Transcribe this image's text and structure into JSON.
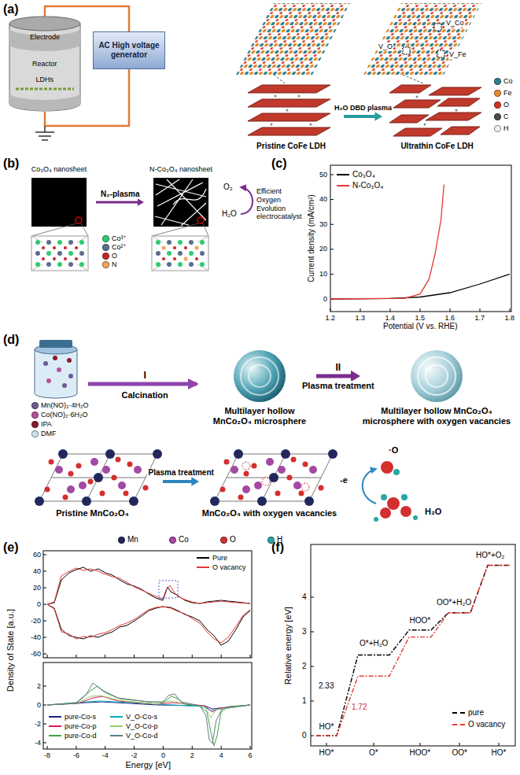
{
  "diagram": {
    "nodes": [
      {
        "text": [
          "AC High voltage generator"
        ]
      },
      {
        "text": [
          "Pristine CoFe LDH"
        ]
      },
      {
        "text": [
          "Ultrathin CoFe LDH"
        ]
      },
      {
        "text": [
          "Co₃O₄ nanosheet"
        ]
      },
      {
        "text": [
          "N-Co₃O₄ nanosheet"
        ]
      },
      {
        "text": [
          "Multilayer hollow MnCo₂O₄ microsphere"
        ]
      },
      {
        "text": [
          "Multilayer hollow MnCo₂O₄ microsphere with oxygen vacancies"
        ]
      },
      {
        "text": [
          "Pristine MnCo₂O₄"
        ]
      },
      {
        "text": [
          "MnCo₂O₄ with oxygen vacancies"
        ]
      }
    ],
    "edges": [
      {
        "from": 1,
        "to": 2,
        "label": "H₂O DBD plasma",
        "arrow": "to"
      },
      {
        "from": 3,
        "to": 4,
        "label": "N₂-plasma",
        "arrow": "to"
      },
      {
        "from": 5,
        "to": 6,
        "label": "Plasma treatment",
        "arrow": "to"
      },
      {
        "from": 7,
        "to": 8,
        "label": "Plasma treatment",
        "arrow": "to"
      }
    ],
    "labels": [
      "(a)",
      "Electrode",
      "Reactor",
      "LDHs",
      "V_Co",
      "V_O",
      "V_Fe",
      "(b)",
      "Efficient Oxygen Evolution electrocatalyst",
      "H₂O",
      "O₂",
      "(c)",
      "Current density (mA/cm²)",
      "Potential (V vs. RHE)",
      "0",
      "10",
      "20",
      "30",
      "40",
      "50",
      "1.2",
      "1.3",
      "1.4",
      "1.5",
      "1.6",
      "1.7",
      "1.8",
      "(d)",
      "I",
      "Calcination",
      "II",
      "-e",
      "H₂O",
      "·O",
      "(e)",
      "Density of State [a.u.]",
      "Energy [eV]",
      "60",
      "40",
      "20",
      "0",
      "-20",
      "-40",
      "-60",
      "2",
      "0",
      "-2",
      "-4",
      "-8",
      "-6",
      "-4",
      "-2",
      "0",
      "2",
      "4",
      "6",
      "(f)",
      "Relative energy [eV]",
      "0",
      "1",
      "2",
      "3",
      "4",
      "HO*",
      "O*",
      "HOO*",
      "OO*",
      "HO*",
      "HO*",
      "O*+H₂O",
      "HOO*",
      "OO*+H₂O",
      "HO*+O₂",
      "2.33",
      "1.72"
    ],
    "legend": [
      {
        "text": "Co",
        "color": "#2f7f8f"
      },
      {
        "text": "Fe",
        "color": "#e58a2c"
      },
      {
        "text": "O",
        "color": "#d7301f"
      },
      {
        "text": "C",
        "color": "#4d4d4d"
      },
      {
        "text": "H",
        "color": "#f2f2f2"
      },
      {
        "text": "Co³⁺",
        "color": "#2ecc71"
      },
      {
        "text": "Co²⁺",
        "color": "#5d6d8e"
      },
      {
        "text": "O",
        "color": "#c62828"
      },
      {
        "text": "N",
        "color": "#f4a460"
      },
      {
        "text": "Co₃O₄"
      },
      {
        "text": "N-Co₃O₄"
      },
      {
        "text": "Mn(NO)₂·4H₂O",
        "color": "#6b5b95"
      },
      {
        "text": "Co(NO)₂·6H₂O",
        "color": "#b5519a"
      },
      {
        "text": "IPA",
        "color": "#8b1a2b"
      },
      {
        "text": "DMF",
        "color": "#cfe3ef"
      },
      {
        "text": "Mn",
        "color": "#22285e"
      },
      {
        "text": "Co",
        "color": "#a349a4"
      },
      {
        "text": "O",
        "color": "#d32f2f"
      },
      {
        "text": "H",
        "color": "#2aa6a6"
      },
      {
        "text": "Pure"
      },
      {
        "text": "O vacancy"
      },
      {
        "text": "pure-Co-s"
      },
      {
        "text": "pure-Co-p"
      },
      {
        "text": "pure-Co-d"
      },
      {
        "text": "V_O-Co-s"
      },
      {
        "text": "V_O-Co-p"
      },
      {
        "text": "V_O-Co-d"
      },
      {
        "text": "pure"
      },
      {
        "text": "O vacancy"
      }
    ]
  }
}
